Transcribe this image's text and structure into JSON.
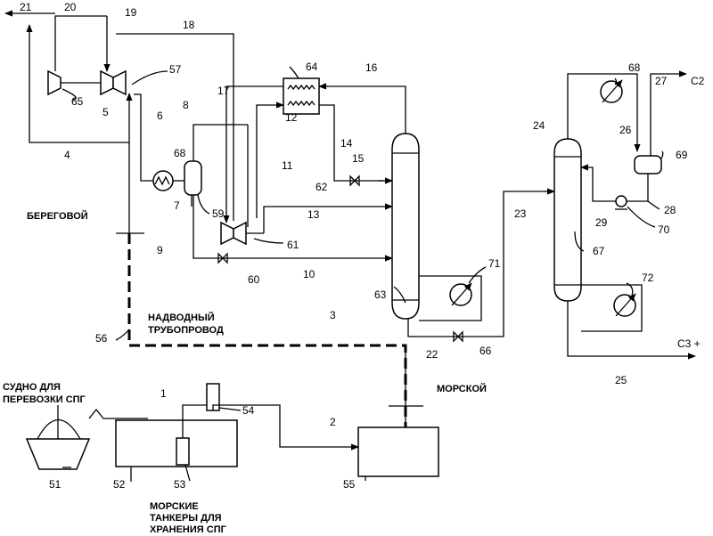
{
  "labels": {
    "shore": "БЕРЕГОВОЙ",
    "offshore": "МОРСКОЙ",
    "pipeline_line1": "НАДВОДНЫЙ",
    "pipeline_line2": "ТРУБОПРОВОД",
    "ship_line1": "СУДНО ДЛЯ",
    "ship_line2": "ПЕРЕВОЗКИ СПГ",
    "tankers_line1": "МОРСКИЕ",
    "tankers_line2": "ТАНКЕРЫ ДЛЯ",
    "tankers_line3": "ХРАНЕНИЯ СПГ",
    "product_c2": "C2",
    "product_c3": "C3 +"
  },
  "refs": {
    "r1": "1",
    "r2": "2",
    "r3": "3",
    "r4": "4",
    "r5": "5",
    "r6": "6",
    "r7": "7",
    "r8": "8",
    "r9": "9",
    "r10": "10",
    "r11": "11",
    "r12": "12",
    "r13": "13",
    "r14": "14",
    "r15": "15",
    "r16": "16",
    "r17": "17",
    "r18": "18",
    "r19": "19",
    "r20": "20",
    "r21": "21",
    "r22": "22",
    "r23": "23",
    "r24": "24",
    "r25": "25",
    "r26": "26",
    "r27": "27",
    "r28": "28",
    "r29": "29",
    "r51": "51",
    "r52": "52",
    "r53": "53",
    "r54": "54",
    "r55": "55",
    "r56": "56",
    "r57": "57",
    "r59": "59",
    "r60": "60",
    "r61": "61",
    "r62": "62",
    "r63": "63",
    "r64": "64",
    "r65": "65",
    "r66": "66",
    "r67": "67",
    "r68a": "68",
    "r68b": "68",
    "r69": "69",
    "r70": "70",
    "r71": "71",
    "r72": "72"
  }
}
